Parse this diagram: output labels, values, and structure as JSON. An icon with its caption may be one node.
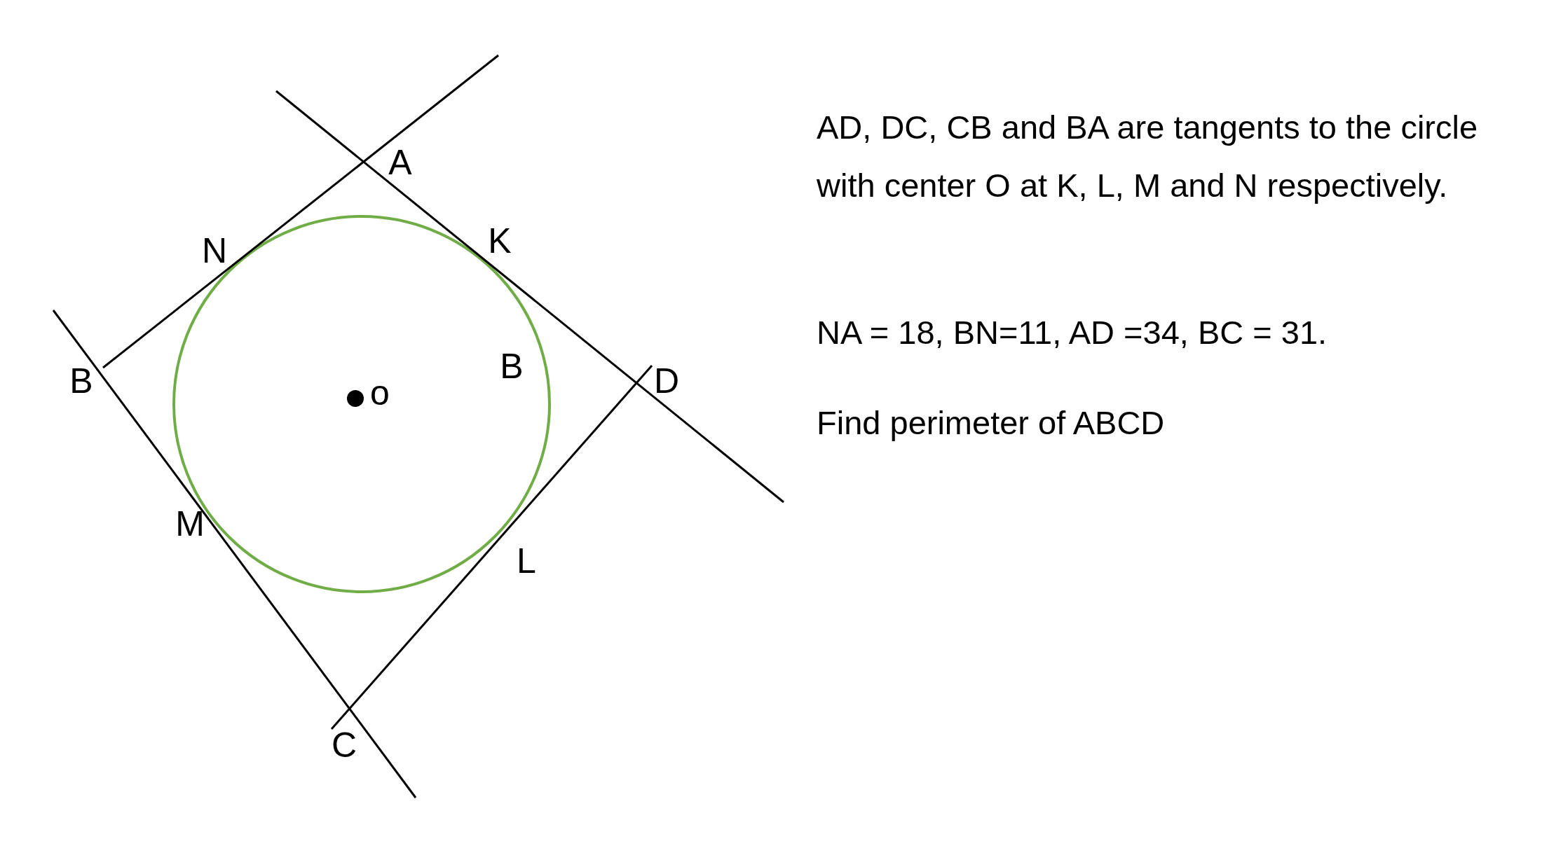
{
  "diagram": {
    "labels": [
      "A",
      "N",
      "K",
      "B",
      "B",
      "o",
      "D",
      "M",
      "L",
      "C",
      "AD, DC, CB and BA are tangents to the circle with center O at K, L, M and N respectively.",
      "NA = 18, BN=11, AD =34, BC = 31.",
      "Find perimeter of ABCD"
    ]
  }
}
